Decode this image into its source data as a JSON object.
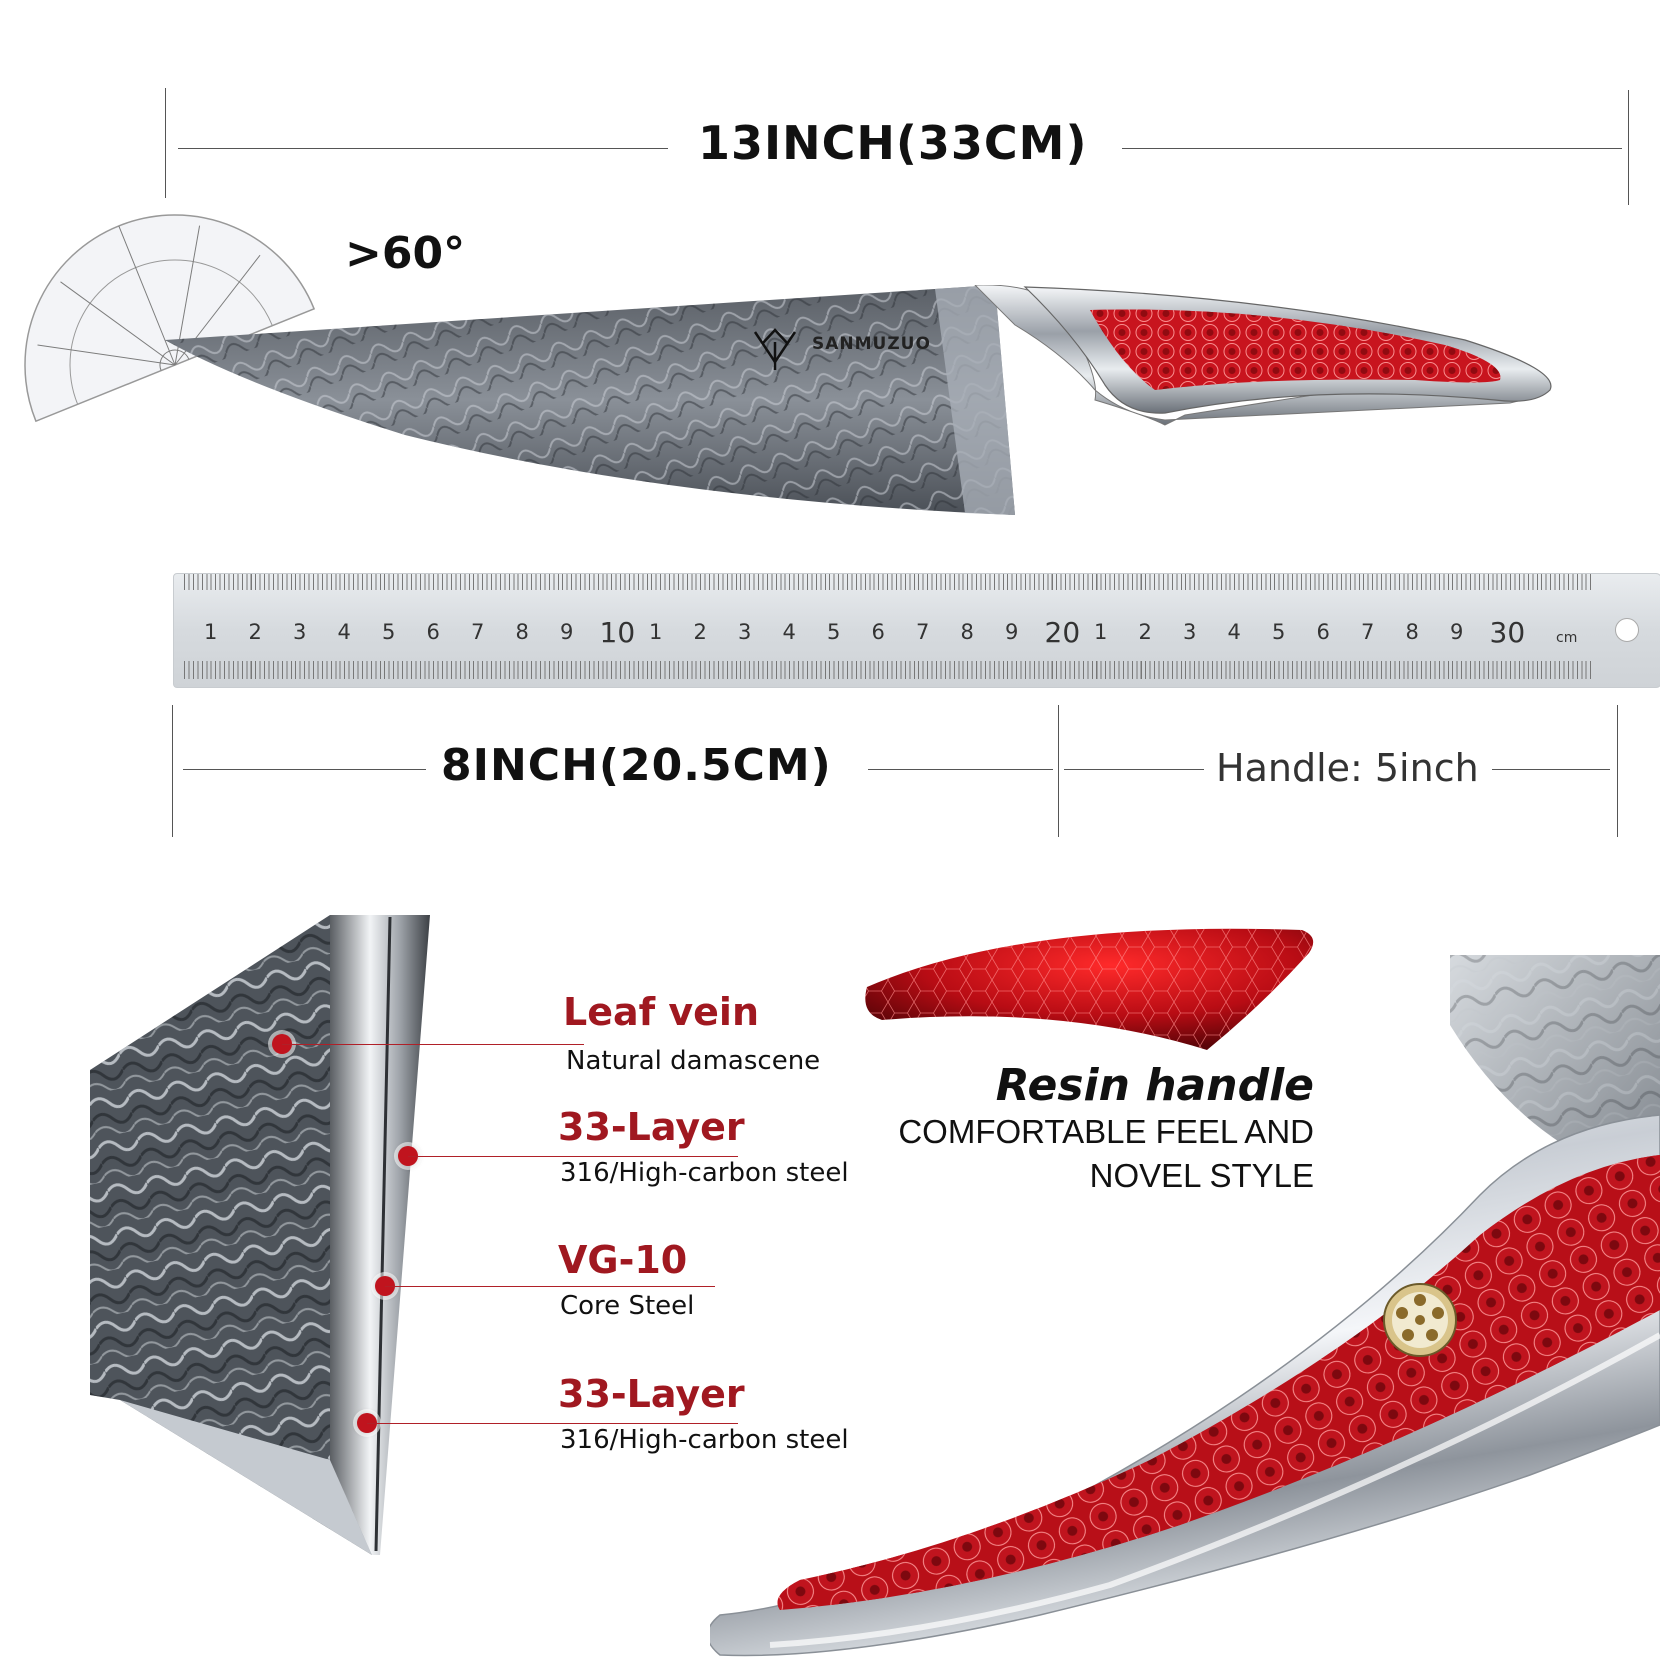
{
  "dimensions": {
    "total_length": "13INCH(33CM)",
    "blade_length": "8INCH(20.5CM)",
    "handle_length": "Handle: 5inch",
    "angle": ">60°"
  },
  "brand": "SANMUZUO",
  "ruler": {
    "numbers": [
      "1",
      "2",
      "3",
      "4",
      "5",
      "6",
      "7",
      "8",
      "9",
      "10",
      "1",
      "2",
      "3",
      "4",
      "5",
      "6",
      "7",
      "8",
      "9",
      "20",
      "1",
      "2",
      "3",
      "4",
      "5",
      "6",
      "7",
      "8",
      "9",
      "30"
    ],
    "unit": "cm"
  },
  "layers": [
    {
      "title": "Leaf vein",
      "subtitle": "Natural damascene"
    },
    {
      "title": "33-Layer",
      "subtitle": "316/High-carbon steel"
    },
    {
      "title": "VG-10",
      "subtitle": "Core Steel"
    },
    {
      "title": "33-Layer",
      "subtitle": "316/High-carbon steel"
    }
  ],
  "handle_feature": {
    "title": "Resin handle",
    "line1": "COMFORTABLE FEEL AND",
    "line2": "NOVEL STYLE"
  },
  "colors": {
    "accent_red": "#a01820",
    "resin_red": "#c0141e",
    "steel": "#c8ccd2"
  }
}
